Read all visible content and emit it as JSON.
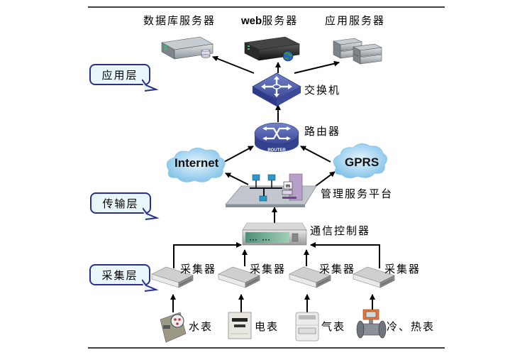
{
  "title_rules": true,
  "layers": {
    "application": "应用层",
    "transport": "传输层",
    "collection": "采集层"
  },
  "servers": {
    "database": "数据库服务器",
    "web_prefix": "web",
    "web_suffix": "服务器",
    "app": "应用服务器"
  },
  "network": {
    "switch": "交换机",
    "router": "路由器",
    "router_badge": "ROUTER",
    "internet": "Internet",
    "gprs": "GPRS",
    "platform": "管理服务平台",
    "platform_badge": "m",
    "controller": "通信控制器"
  },
  "concentrators": [
    "采集器",
    "采集器",
    "采集器",
    "采集器"
  ],
  "meters": [
    "水表",
    "电表",
    "气表",
    "冷、热表"
  ],
  "colors": {
    "callout_border": "#2b2f8e",
    "callout_fill": "#e8f6fa",
    "network_device": "#4a5aa8",
    "cloud": "#9fd3f0"
  }
}
